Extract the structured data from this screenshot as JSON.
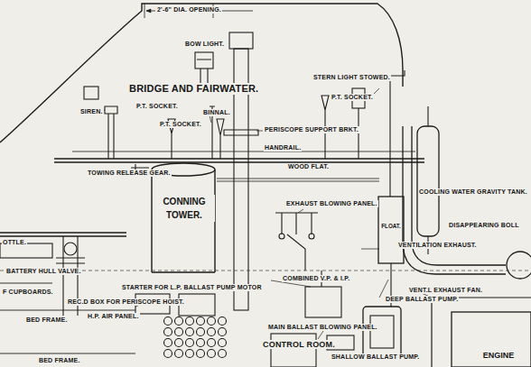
{
  "diagram": {
    "nodes": [
      {
        "text": [
          "CONNING TOWER."
        ]
      },
      {
        "text": [
          "FLOAT."
        ]
      },
      {
        "text": [
          "ENGINE"
        ]
      }
    ],
    "labels": [
      "2'-6\" DIA. OPENING.",
      "BOW LIGHT.",
      "STERN LIGHT STOWED.",
      "BRIDGE AND FAIRWATER.",
      "P.T. SOCKET.",
      "SIREN.",
      "P.T. SOCKET.",
      "BINNAL.",
      "P.T. SOCKET.",
      "PERISCOPE SUPPORT BRKT.",
      "HANDRAIL.",
      "WOOD FLAT.",
      "TOWING RELEASE GEAR.",
      "COOLING WATER GRAVITY TANK.",
      "EXHAUST BLOWING PANEL.",
      "DISAPPEARING BOLL",
      "VENTILATION EXHAUST.",
      "OTTLE.",
      "BATTERY HULL VALVE.",
      "STARTER FOR L.P. BALLAST PUMP MOTOR",
      "COMBINED V.P. & I.P.",
      "VENT.L EXHAUST FAN.",
      "F CUPBOARDS.",
      "REC.D BOX FOR PERISCOPE HOIST.",
      "DEEP BALLAST PUMP.",
      "H.P. AIR PANEL.",
      "BED FRAME.",
      "MAIN BALLAST BLOWING PANEL.",
      "BED FRAME.",
      "CONTROL ROOM.",
      "SHALLOW BALLAST PUMP."
    ]
  }
}
